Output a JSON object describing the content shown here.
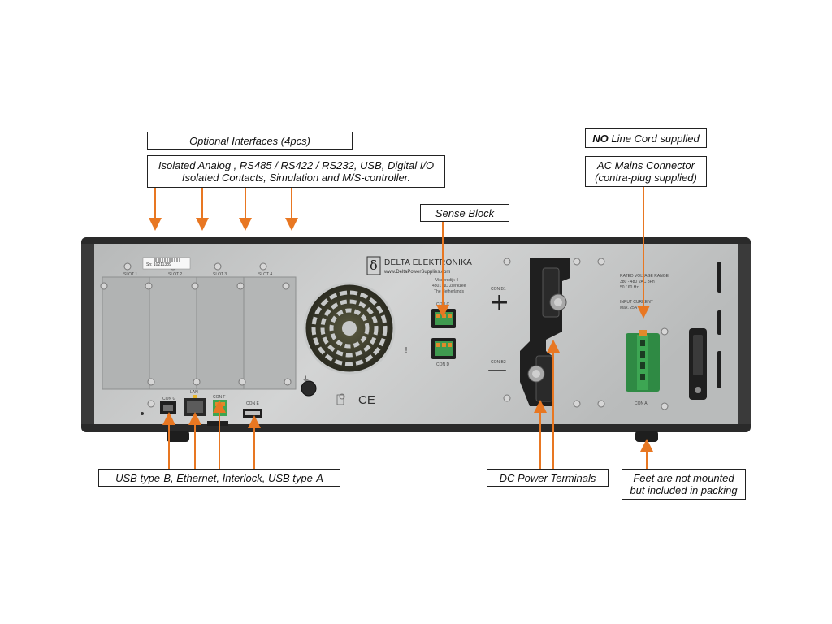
{
  "callouts": {
    "optional_title": "Optional Interfaces (4pcs)",
    "optional_desc_1": "Isolated Analog , RS485 / RS422 / RS232, USB,  Digital I/O",
    "optional_desc_2": "Isolated Contacts, Simulation and M/S-controller.",
    "sense_block": "Sense Block",
    "no_cord_bold": "NO",
    "no_cord_rest": " Line Cord supplied",
    "ac_mains_1": "AC Mains Connector",
    "ac_mains_2": "(contra-plug supplied)",
    "usb_eth": "USB type-B, Ethernet, Interlock, USB  type-A",
    "dc_power": "DC Power Terminals",
    "feet_1": "Feet are not mounted",
    "feet_2": "but included in packing"
  },
  "panel": {
    "serial": "Sn: 10211389",
    "slots": [
      "SLOT 1",
      "SLOT 2",
      "SLOT 3",
      "SLOT 4"
    ],
    "brand": "DELTA ELEKTRONIKA",
    "brand_symbol": "δ",
    "website": "www.DeltaPowerSupplies.com",
    "address_1": "Vissersdijk 4",
    "address_2": "4301 ND Zierikzee",
    "address_3": "The Netherlands",
    "con_c": "CON C",
    "con_d": "CON D",
    "con_b1": "CON B1",
    "con_b2": "CON B2",
    "plus": "+",
    "minus": "—",
    "con_g": "CON G",
    "lan": "LAN",
    "con_f": "CON F",
    "con_e": "CON E",
    "con_a": "CON A",
    "ce": "CE",
    "rated_1": "RATED VOLTAGE RANGE",
    "rated_2": "380 - 480 VAC     3Ph",
    "rated_3": "50 / 60 Hz",
    "input_1": "INPUT CURRENT",
    "input_2": "Max. 25A"
  },
  "colors": {
    "arrow": "#e87722",
    "panel_metal": "#c4c6c6",
    "frame": "#2a2a2a"
  }
}
